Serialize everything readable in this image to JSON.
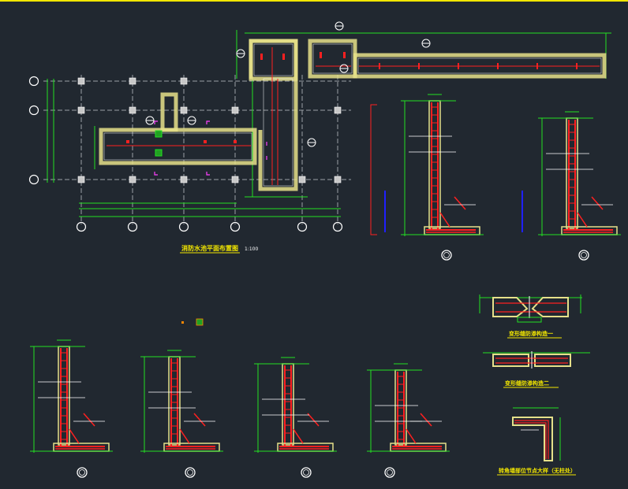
{
  "colors": {
    "background": "#212830",
    "grid_axis": "#9aa0a6",
    "dimension": "#22e022",
    "wall_hatch": "#e6e08a",
    "rebar": "#ff2020",
    "annotation": "#ffffff",
    "title": "#f2e600",
    "water_line": "#2020ff",
    "symbol": "#ff40ff"
  },
  "plan": {
    "title": "消防水池平面布置图",
    "scale": "1:100"
  },
  "details": {
    "detail_1_title": "变形缝防渗构造一",
    "detail_2_title": "变形缝防渗构造二",
    "detail_3_title": "转角墙部位节点大样（无柱处）"
  }
}
